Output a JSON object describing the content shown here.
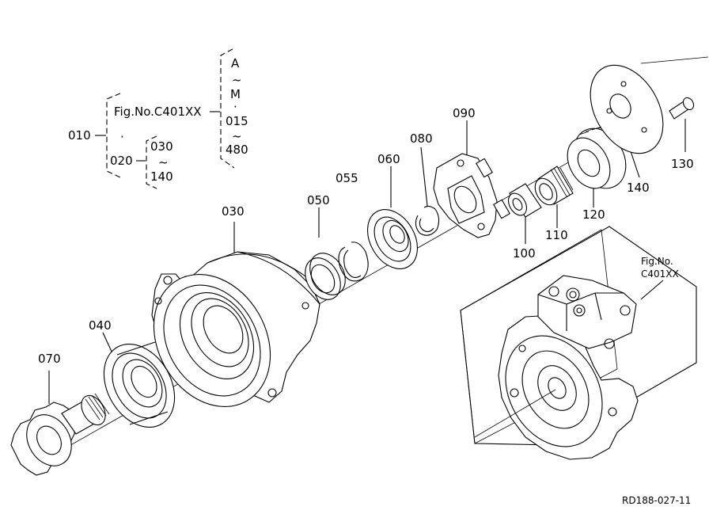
{
  "diagram": {
    "drawing_number": "RD188-027-11",
    "tree": {
      "root": "010",
      "figure_ref": "Fig.No.C401XX",
      "dot": "·",
      "sub": "020",
      "sub_range_start": "030",
      "sub_range_tilde": "~",
      "sub_range_end": "140",
      "right_a": "A",
      "right_tilde1": "~",
      "right_m": "M",
      "right_dot": "·",
      "right_015": "015",
      "right_tilde2": "~",
      "right_480": "480"
    },
    "parts": {
      "p030": "030",
      "p040": "040",
      "p050": "050",
      "p055": "055",
      "p060": "060",
      "p070": "070",
      "p080": "080",
      "p090": "090",
      "p100": "100",
      "p110": "110",
      "p120": "120",
      "p130": "130",
      "p140": "140"
    },
    "inset": {
      "fig_label": "Fig.No.",
      "fig_number": "C401XX"
    }
  }
}
